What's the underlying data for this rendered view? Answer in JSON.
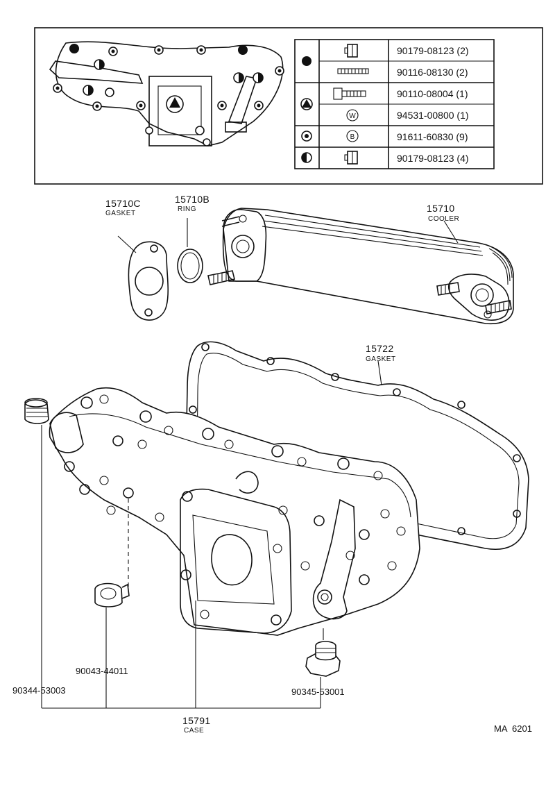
{
  "legend": {
    "rows": [
      {
        "symbol": "filled-circle",
        "part": "90179-08123 (2)",
        "icon": "nut-icon"
      },
      {
        "symbol": "",
        "part": "90116-08130 (2)",
        "icon": "stud-icon"
      },
      {
        "symbol": "triangle-circle",
        "part": "90110-08004 (1)",
        "icon": "bolt-icon"
      },
      {
        "symbol": "",
        "part": "94531-00800 (1)",
        "icon": "washer-w-icon",
        "icon_letter": "W"
      },
      {
        "symbol": "dot-circle",
        "part": "91611-60830 (9)",
        "icon": "bolt-b-icon",
        "icon_letter": "B"
      },
      {
        "symbol": "half-circle",
        "part": "90179-08123 (4)",
        "icon": "nut-icon"
      }
    ]
  },
  "parts": {
    "gasket_small": {
      "number": "15710C",
      "name": "GASKET"
    },
    "ring": {
      "number": "15710B",
      "name": "RING"
    },
    "cooler": {
      "number": "15710",
      "name": "COOLER"
    },
    "gasket_large": {
      "number": "15722",
      "name": "GASKET"
    },
    "plug_left": {
      "number": "90344-53003"
    },
    "plug_small": {
      "number": "90043-44011"
    },
    "plug_bottom": {
      "number": "90345-53001"
    },
    "case": {
      "number": "15791",
      "name": "CASE"
    }
  },
  "diagram_ref": "MA  6201"
}
